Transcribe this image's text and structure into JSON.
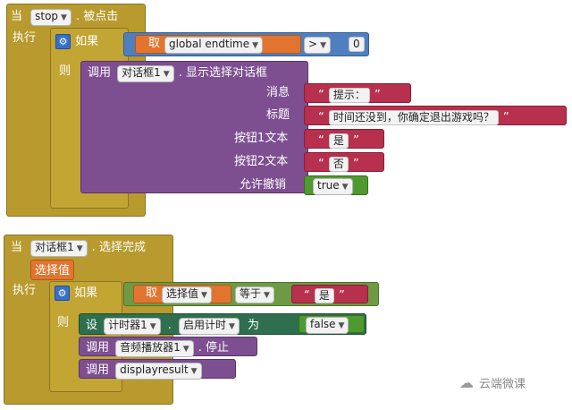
{
  "block1": {
    "when": "当",
    "component": "stop",
    "event": ". 被点击",
    "do": "执行",
    "if": "如果",
    "get": "取",
    "var": "global  endtime",
    "op": ">",
    "num": "0",
    "then": "则",
    "call": "调用",
    "dialog": "对话框1",
    "method": ". 显示选择对话框",
    "msg_label": "消息",
    "msg_val": "提示：",
    "title_label": "标题",
    "title_val": "时间还没到，你确定退出游戏吗？",
    "btn1_label": "按钮1文本",
    "btn1_val": "是",
    "btn2_label": "按钮2文本",
    "btn2_val": "否",
    "cancel_label": "允许撤销",
    "cancel_val": "true"
  },
  "block2": {
    "when": "当",
    "component": "对话框1",
    "event": ". 选择完成",
    "param": "选择值",
    "do": "执行",
    "if": "如果",
    "get": "取",
    "var": "选择值",
    "op": "等于",
    "str": "是",
    "then": "则",
    "set": "设",
    "timer": "计时器1",
    "dot": ".",
    "prop": "启用计时",
    "to": "为",
    "false_val": "false",
    "call1": "调用",
    "player": "音频播放器1",
    "stop": ". 停止",
    "call2": "调用",
    "proc": "displayresult"
  },
  "watermark": "云端微课",
  "quote_open": "“",
  "quote_close": "”"
}
